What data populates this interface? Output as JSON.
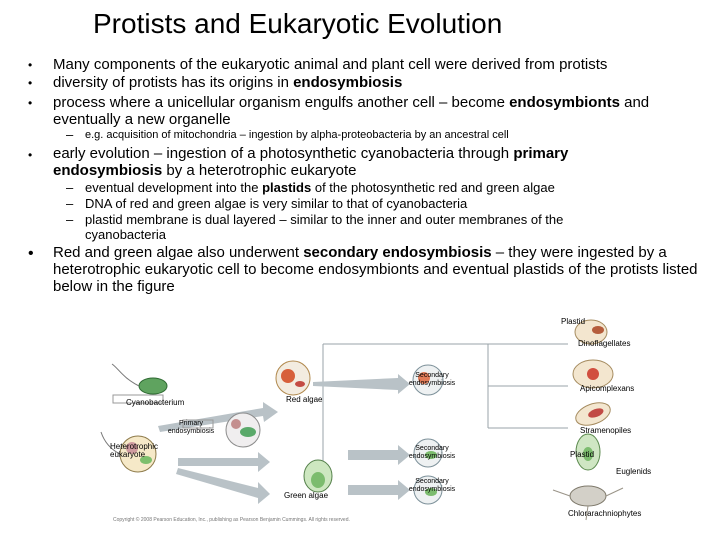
{
  "title": "Protists and Eukaryotic Evolution",
  "bullets": [
    "Many components of the eukaryotic animal and plant cell were derived from protists",
    "diversity of protists has its origins in",
    "endosymbiosis",
    "process where a unicellular organism engulfs another cell – become",
    "endosymbionts",
    "and eventually a new organelle"
  ],
  "sub1": "e.g. acquisition of mitochondria – ingestion by alpha-proteobacteria by an ancestral cell",
  "early": {
    "a": "early evolution – ingestion of a photosynthetic cyanobacteria through",
    "b": "primary endosymbiosis",
    "c": "by a heterotrophic eukaryote"
  },
  "subs": [
    {
      "a": "eventual development into the",
      "b": "plastids",
      "c": "of the photosynthetic red and green algae"
    },
    {
      "a": "DNA of red and green algae is very similar to that of cyanobacteria"
    },
    {
      "a": "plastid membrane is dual layered – similar to the inner and outer membranes of the cyanobacteria"
    }
  ],
  "last": {
    "a": "Red and green algae also underwent",
    "b": "secondary endosymbiosis",
    "c": "– they were ingested by a heterotrophic eukaryotic cell to become endosymbionts and eventual plastids of the protists listed below in the figure"
  },
  "figure": {
    "plastid_top": "Plastid",
    "dinoflagellates": "Dinoflagellates",
    "sec1": "Secondary endosymbiosis",
    "apicomplexans": "Apicomplexans",
    "cyanobacterium": "Cyanobacterium",
    "red_algae": "Red algae",
    "primary": "Primary endosymbiosis",
    "stramenopiles": "Stramenopiles",
    "hetero": "Heterotrophic eukaryote",
    "sec2": "Secondary endosymbiosis",
    "plastid_mid": "Plastid",
    "euglenids": "Euglenids",
    "sec3": "Secondary endosymbiosis",
    "green_algae": "Green algae",
    "chlorarachniophytes": "Chlorarachniophytes",
    "copyright": "Copyright © 2008 Pearson Education, Inc., publishing as Pearson Benjamin Cummings. All rights reserved."
  }
}
